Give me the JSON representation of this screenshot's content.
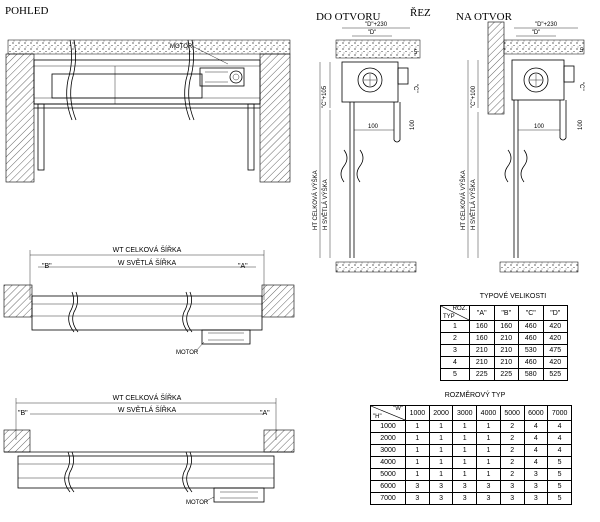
{
  "labels": {
    "pohled": "POHLED",
    "do_otvoru": "DO OTVORU",
    "rez": "ŘEZ",
    "na_otvor": "NA OTVOR",
    "motor": "MOTOR",
    "wt_width": "WT CELKOVÁ ŠÍŘKA",
    "w_width": "W SVĚTLÁ ŠÍŘKA",
    "ht_height": "HT CELKOVÁ VÝŠKA",
    "h_height": "H SVĚTLÁ VÝŠKA",
    "dim_b": "\"B\"",
    "dim_a": "\"A\"",
    "dim_c": "\"C\"",
    "dim_c_105": "\"C\"+105",
    "dim_c_100": "\"C\"+100",
    "dim_d_230": "\"D\"+230",
    "dim_d": "\"D\"",
    "dim_100": "100",
    "dim_5": "5"
  },
  "type_table": {
    "title": "TYPOVÉ VELIKOSTI",
    "corner_top": "ROZ.",
    "corner_bottom": "TYP",
    "headers": [
      "\"A\"",
      "\"B\"",
      "\"C\"",
      "\"D\""
    ],
    "rows": [
      {
        "typ": "1",
        "values": [
          "160",
          "160",
          "460",
          "420"
        ]
      },
      {
        "typ": "2",
        "values": [
          "160",
          "210",
          "460",
          "420"
        ]
      },
      {
        "typ": "3",
        "values": [
          "210",
          "210",
          "530",
          "475"
        ]
      },
      {
        "typ": "4",
        "values": [
          "210",
          "210",
          "460",
          "420"
        ]
      },
      {
        "typ": "5",
        "values": [
          "225",
          "225",
          "580",
          "525"
        ]
      }
    ]
  },
  "size_table": {
    "title": "ROZMĚROVÝ TYP",
    "corner_top": "\"W\"",
    "corner_bottom": "\"H\"",
    "headers": [
      "1000",
      "2000",
      "3000",
      "4000",
      "5000",
      "6000",
      "7000"
    ],
    "rows": [
      {
        "h": "1000",
        "values": [
          "1",
          "1",
          "1",
          "1",
          "2",
          "4",
          "4"
        ]
      },
      {
        "h": "2000",
        "values": [
          "1",
          "1",
          "1",
          "1",
          "2",
          "4",
          "4"
        ]
      },
      {
        "h": "3000",
        "values": [
          "1",
          "1",
          "1",
          "1",
          "2",
          "4",
          "4"
        ]
      },
      {
        "h": "4000",
        "values": [
          "1",
          "1",
          "1",
          "1",
          "2",
          "4",
          "5"
        ]
      },
      {
        "h": "5000",
        "values": [
          "1",
          "1",
          "1",
          "1",
          "2",
          "3",
          "5"
        ]
      },
      {
        "h": "6000",
        "values": [
          "3",
          "3",
          "3",
          "3",
          "3",
          "3",
          "5"
        ]
      },
      {
        "h": "7000",
        "values": [
          "3",
          "3",
          "3",
          "3",
          "3",
          "3",
          "5"
        ]
      }
    ]
  }
}
